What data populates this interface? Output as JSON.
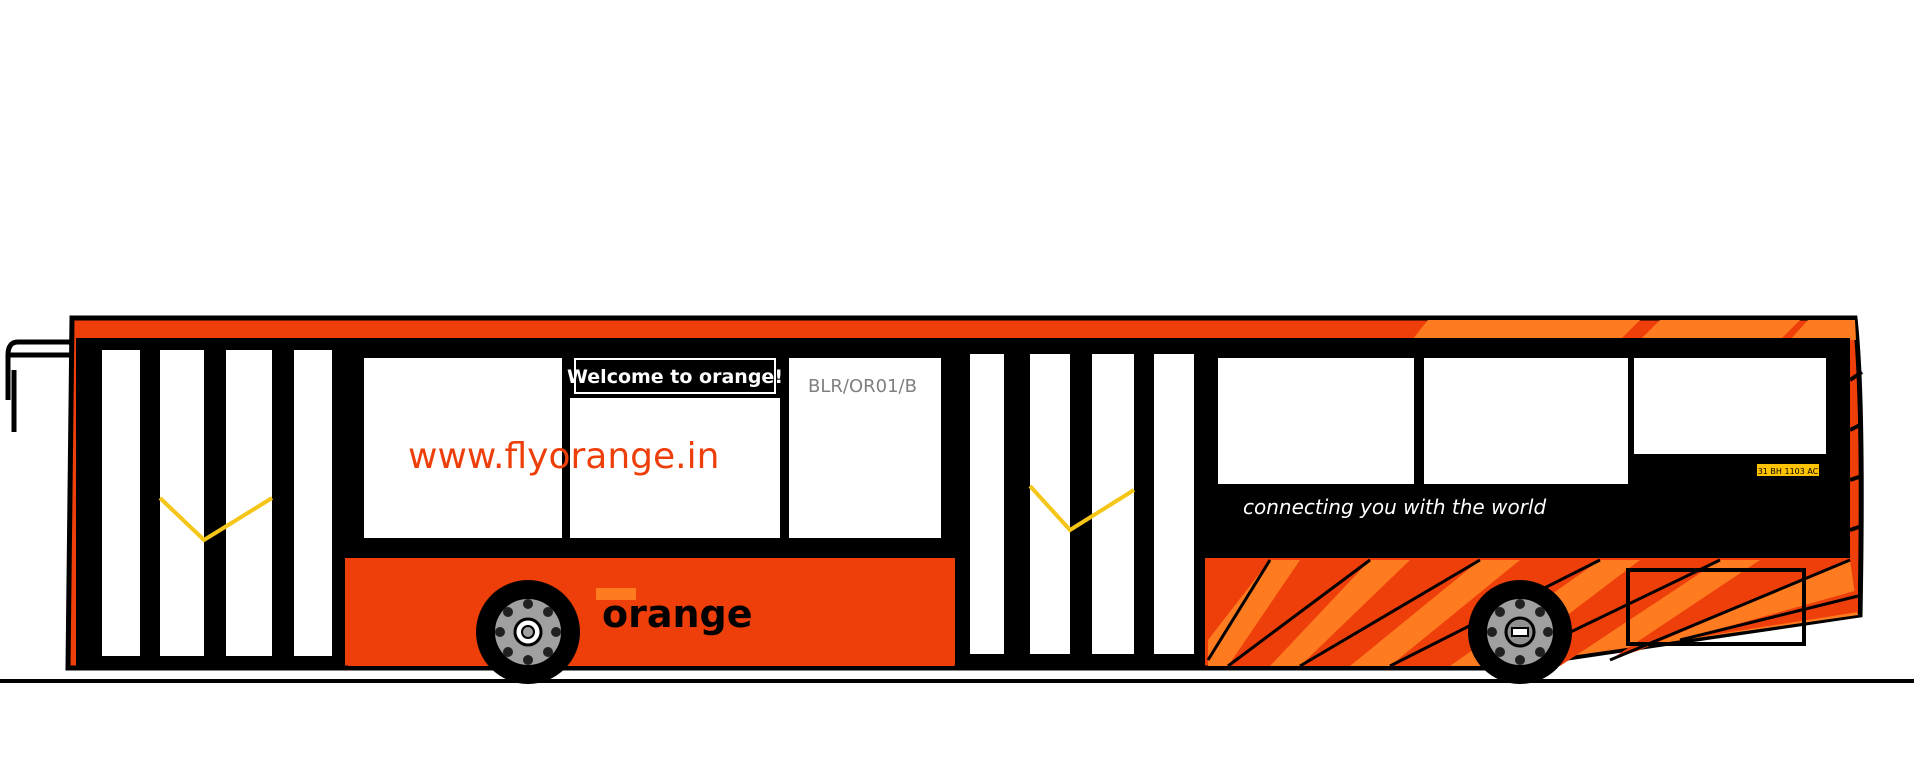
{
  "signage": {
    "destination": "Welcome to orange!",
    "website": "www.flyorange.in",
    "route_code": "BLR/OR01/B",
    "brand": "orange",
    "tagline": "connecting you with the world",
    "plate": "31 BH 1103 AC"
  },
  "colors": {
    "body_orange": "#EE3E0A",
    "stripe_orange": "#FF7B20",
    "outline": "#000000",
    "window": "#FFFFFF",
    "rod_yellow": "#F5C518",
    "plate_yellow": "#FFC400",
    "route_text": "#808080",
    "hub_grey": "#A0A0A0"
  }
}
